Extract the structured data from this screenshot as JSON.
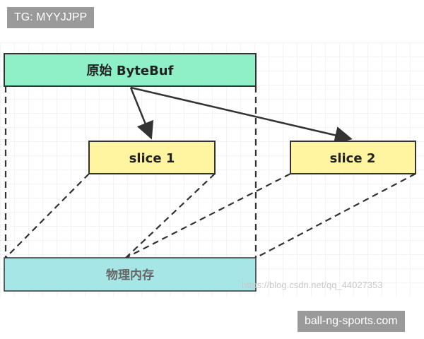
{
  "overlays": {
    "top_tag": "TG: MYYJJPP",
    "bottom_tag": "ball-ng-sports.com",
    "watermark": "https://blog.csdn.net/qq_44027353"
  },
  "nodes": {
    "original_bytebuf": "原始 ByteBuf",
    "slice1": "slice 1",
    "slice2": "slice 2",
    "physical_memory": "物理内存"
  },
  "colors": {
    "original_fill": "#8fefc6",
    "slice_fill": "#fff5a0",
    "memory_fill": "#a6e6e6",
    "memory_text": "#666666",
    "stroke": "#333333",
    "grid": "#e8e8e8"
  }
}
